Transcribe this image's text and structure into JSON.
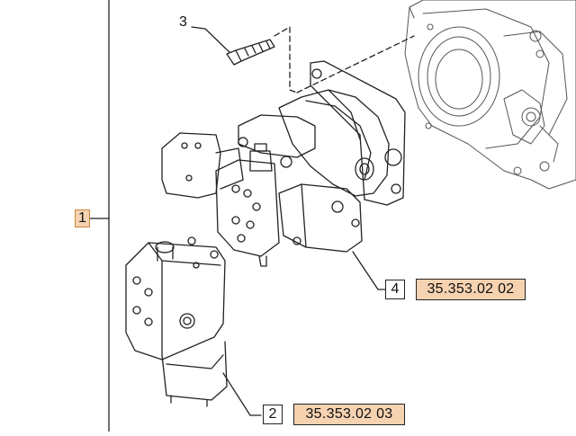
{
  "callouts": {
    "assembly": "1",
    "bolt": "3",
    "valve_block": {
      "number": "2",
      "ref": "35.353.02 03"
    },
    "motor": {
      "number": "4",
      "ref": "35.353.02 02"
    }
  },
  "colors": {
    "ref_fill": "#f6d2b1",
    "line": "#222222"
  }
}
